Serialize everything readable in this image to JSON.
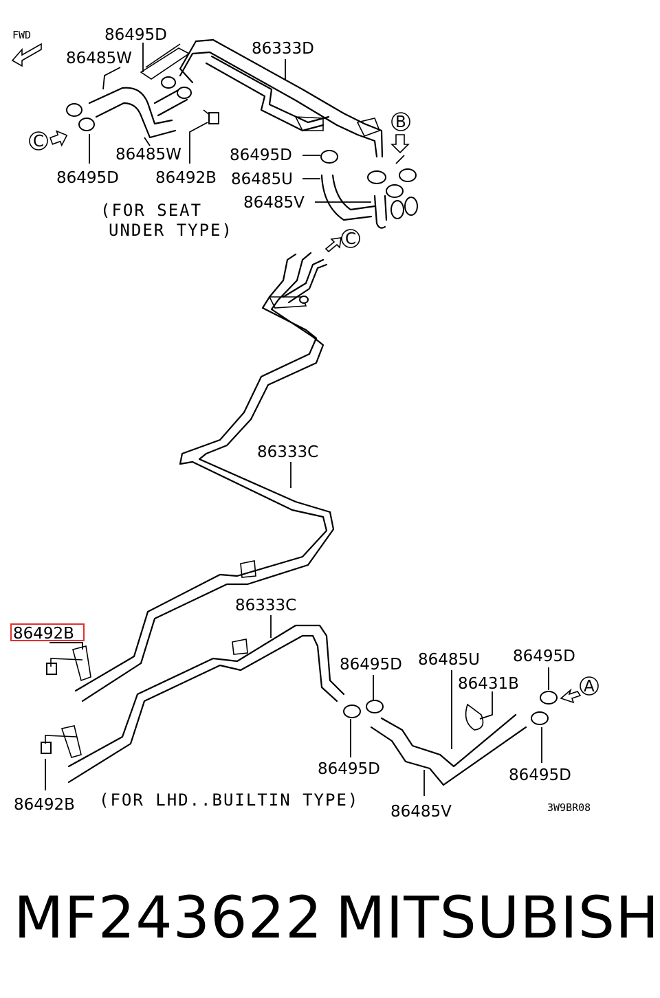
{
  "diagram": {
    "fwd_label": "FWD",
    "callouts": {
      "top_86495D": "86495D",
      "top_86485W_a": "86485W",
      "top_86333D": "86333D",
      "top_86485W_b": "86485W",
      "top_86495D_b": "86495D",
      "top_86492B": "86492B",
      "top_86495D_c": "86495D",
      "top_86485U": "86485U",
      "top_86485V": "86485V",
      "mid_86333C": "86333C",
      "low_86333C": "86333C",
      "low_86492B_highlight": "86492B",
      "low_86495D_a": "86495D",
      "low_86485U": "86485U",
      "low_86495D_b": "86495D",
      "low_86431B": "86431B",
      "low_86495D_c": "86495D",
      "low_86495D_d": "86495D",
      "low_86492B": "86492B",
      "low_86485V": "86485V"
    },
    "markers": {
      "a": "A",
      "b": "B",
      "c": "C"
    },
    "notes": {
      "seat_under_line1": "(FOR SEAT",
      "seat_under_line2": "UNDER TYPE)",
      "lhd_builtin": "(FOR LHD..BUILTIN TYPE)"
    },
    "drawing_code": "3W9BR08",
    "highlight_color": "#e03030"
  },
  "footer": {
    "part_number": "MF243622",
    "brand": "MITSUBISHI"
  }
}
